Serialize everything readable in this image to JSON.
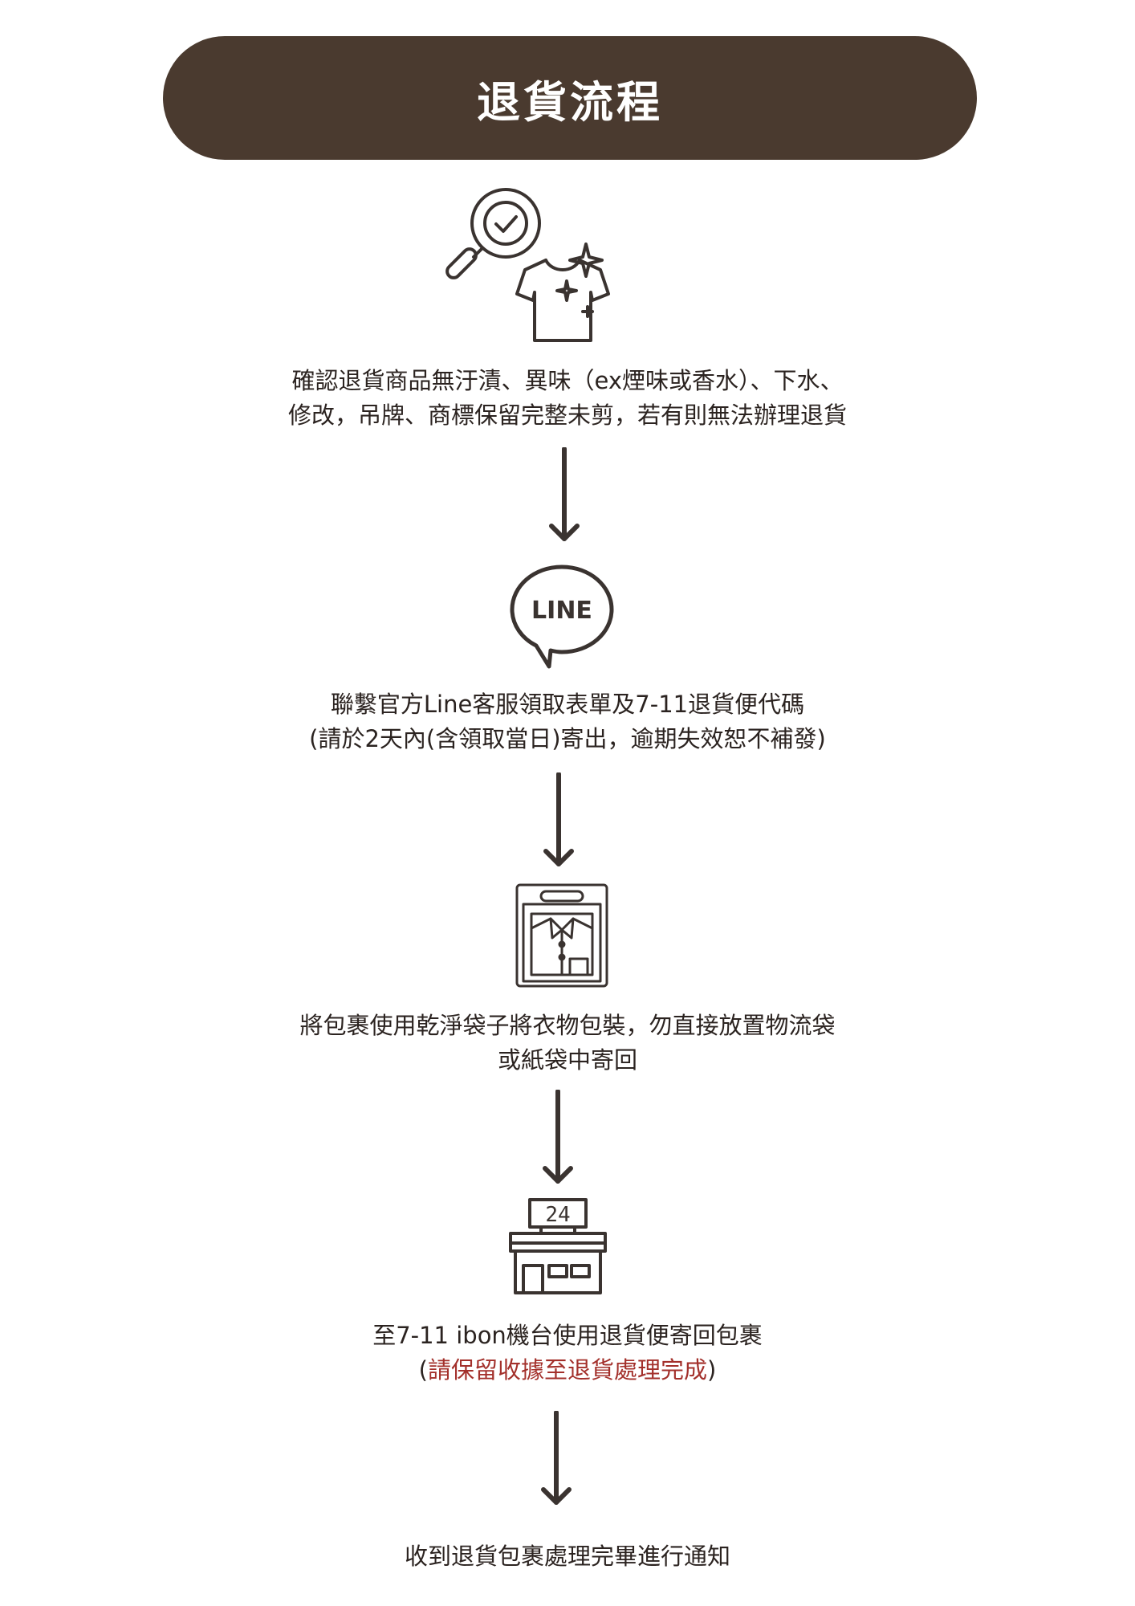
{
  "title": "退貨流程",
  "colors": {
    "header_bg": "#4a3a2f",
    "text": "#2b2320",
    "warning": "#a3302b",
    "icon_stroke": "#3a3330"
  },
  "steps": [
    {
      "icon": "magnifier-shirt-check-icon",
      "lines": [
        "確認退貨商品無汙漬、異味（ex煙味或香水）、下水、",
        "修改，吊牌、商標保留完整未剪，若有則無法辦理退貨"
      ]
    },
    {
      "icon": "line-chat-bubble-icon",
      "icon_label": "LINE",
      "lines": [
        "聯繫官方Line客服領取表單及7-11退貨便代碼",
        "(請於2天內(含領取當日)寄出，逾期失效恕不補發)"
      ]
    },
    {
      "icon": "packaged-shirt-bag-icon",
      "lines": [
        "將包裹使用乾淨袋子將衣物包裝，勿直接放置物流袋",
        "或紙袋中寄回"
      ]
    },
    {
      "icon": "convenience-store-24-icon",
      "icon_label": "24",
      "lines": [
        "至7-11 ibon機台使用退貨便寄回包裹"
      ],
      "note_open": "(",
      "note": "請保留收據至退貨處理完成",
      "note_close": ")"
    },
    {
      "lines": [
        "收到退貨包裹處理完畢進行通知"
      ]
    }
  ]
}
